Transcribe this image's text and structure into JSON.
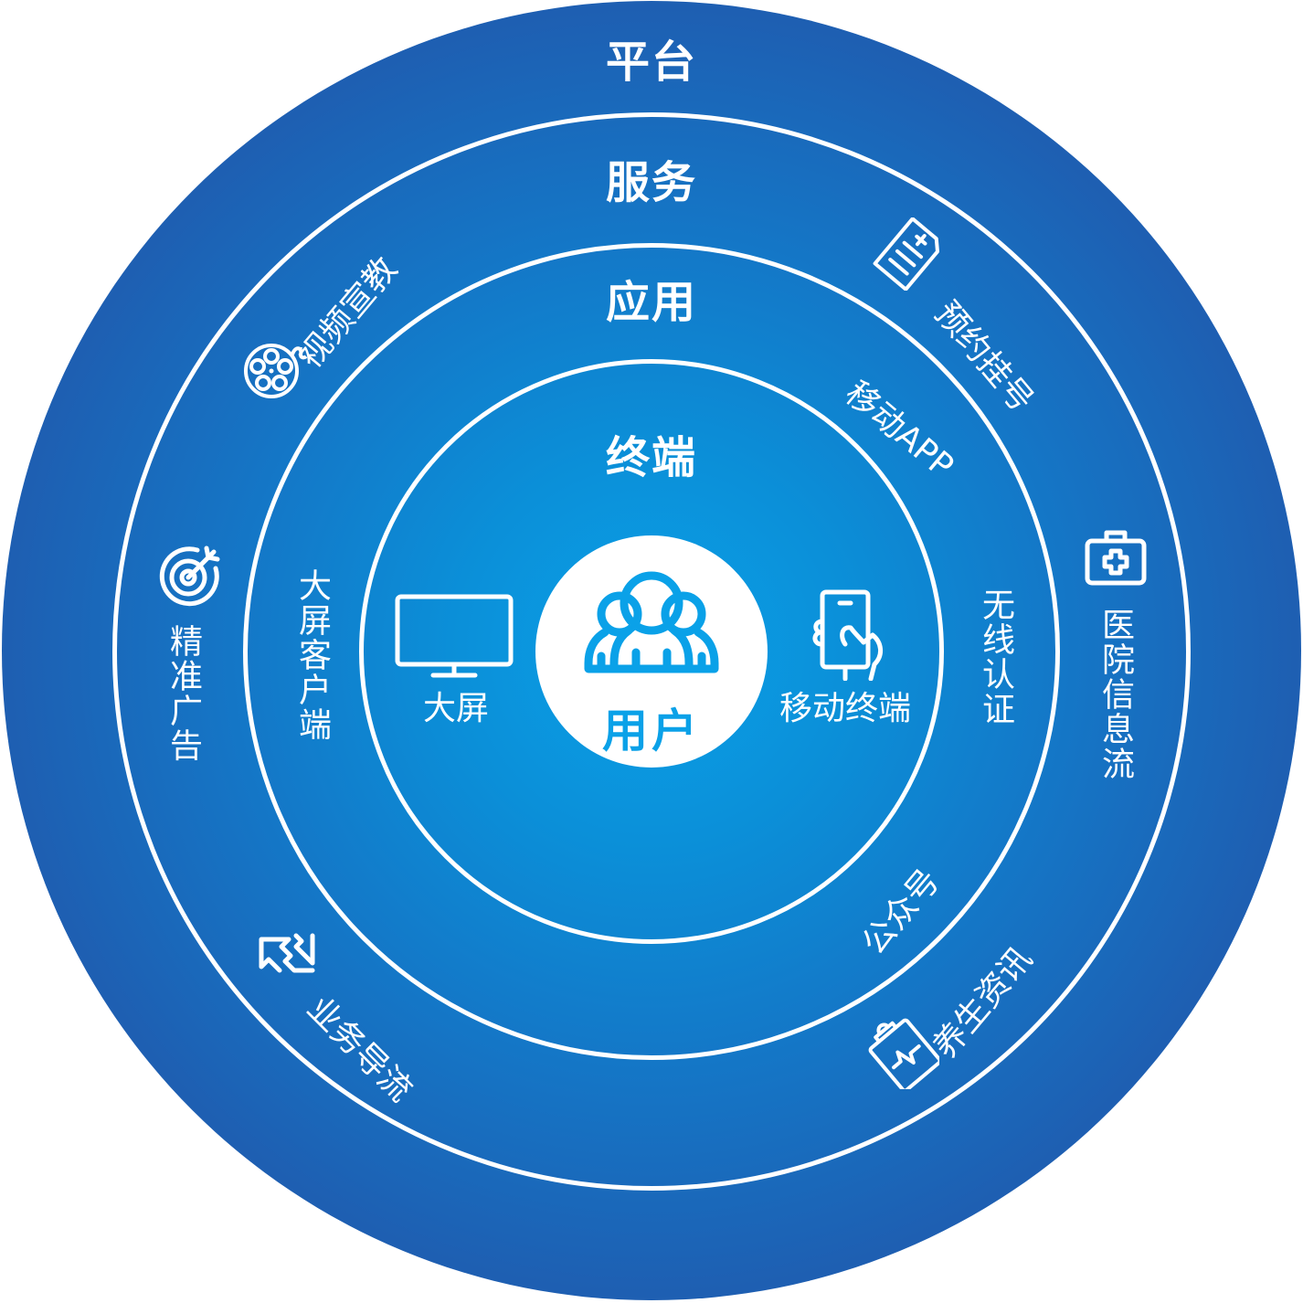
{
  "diagram": {
    "type": "concentric-rings",
    "colors": {
      "outer": "#2651a5",
      "center": "#0aa1e8",
      "ring_line": "#ffffff",
      "core_fill": "#ffffff",
      "core_accent": "#0aa1e8"
    },
    "layers": {
      "platform": "平台",
      "service": "服务",
      "application": "应用",
      "terminal": "终端"
    },
    "core": {
      "label": "用户",
      "icon": "user-group-icon"
    },
    "terminal_items": [
      {
        "label": "大屏",
        "icon": "monitor-icon"
      },
      {
        "label": "移动终端",
        "icon": "hand-phone-icon"
      }
    ],
    "application_items": [
      {
        "label": "移动APP"
      },
      {
        "label": "大屏客户端"
      },
      {
        "label": "无线认证"
      },
      {
        "label": "公众号"
      }
    ],
    "service_items": [
      {
        "label": "视频宣教",
        "icon": "film-reel-icon"
      },
      {
        "label": "预约挂号",
        "icon": "document-add-icon"
      },
      {
        "label": "精准广告",
        "icon": "target-arrow-icon"
      },
      {
        "label": "医院信息流",
        "icon": "medical-kit-icon"
      },
      {
        "label": "业务导流",
        "icon": "diversion-arrows-icon"
      },
      {
        "label": "养生资讯",
        "icon": "health-clipboard-icon"
      }
    ]
  }
}
